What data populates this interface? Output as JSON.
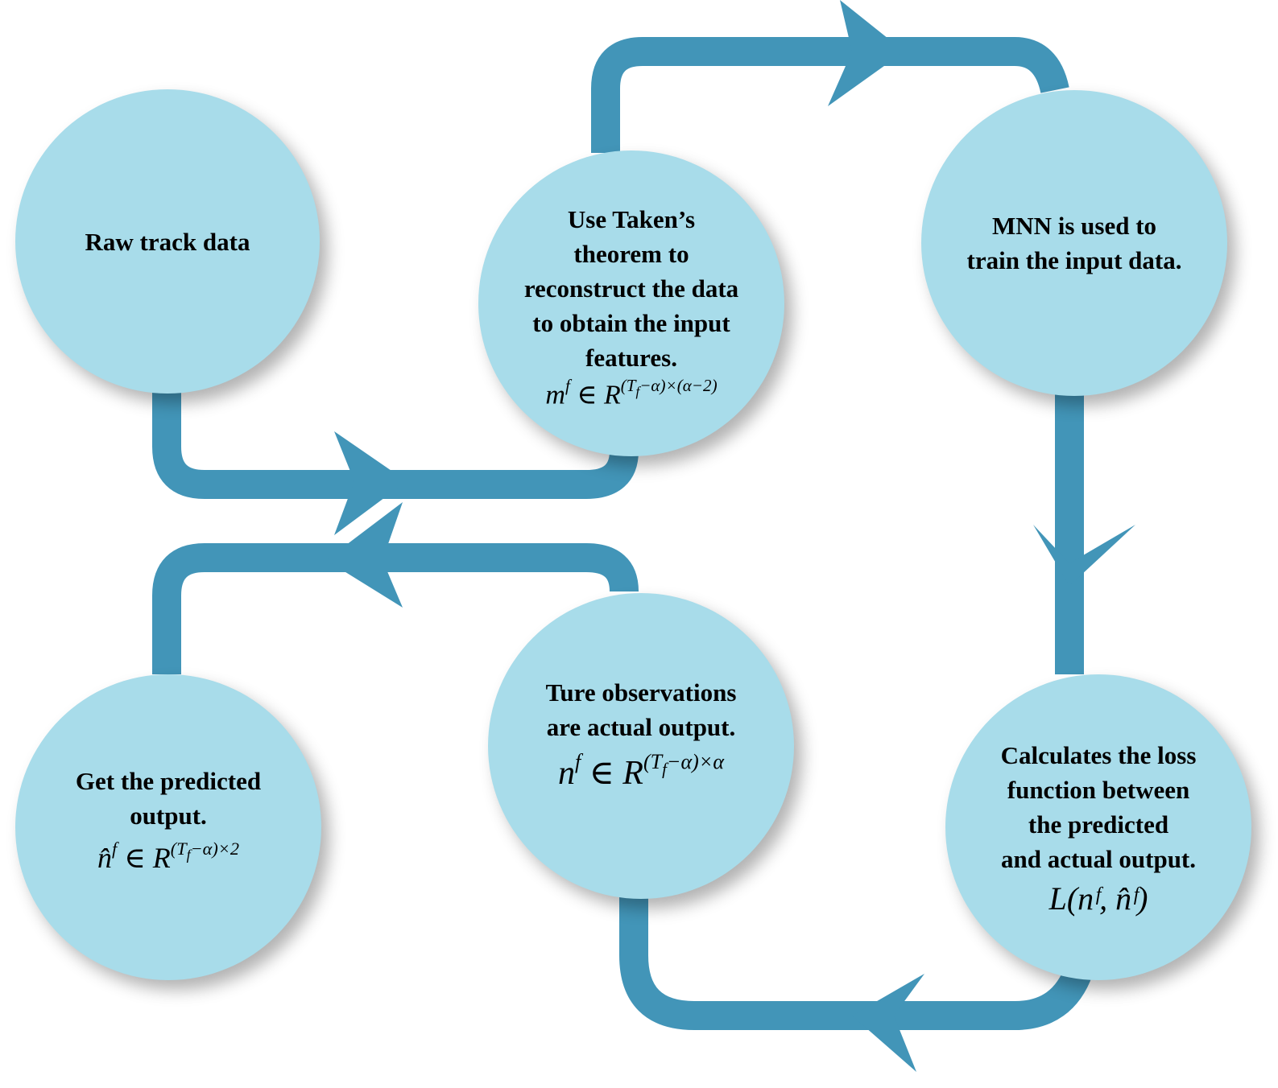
{
  "nodes": {
    "raw": {
      "label": "Raw track data"
    },
    "takens": {
      "label": "Use Taken’s\ntheorem to\nreconstruct the data\nto obtain the input\nfeatures.",
      "formula": {
        "base": "m",
        "sup": "f",
        "rel": " ∈ R",
        "exp_a": "(T",
        "exp_sub": "f",
        "exp_b": "−α)×(α−2)"
      }
    },
    "mnn": {
      "label": "MNN is used to\ntrain the input data."
    },
    "loss": {
      "label": "Calculates the loss\nfunction between\nthe predicted\nand actual output.",
      "formula": "L(nᶠ, n̂ᶠ)"
    },
    "true_obs": {
      "label": "Ture observations\nare actual output.",
      "formula": {
        "base": "n",
        "sup": "f",
        "rel": " ∈ R",
        "exp_a": "(T",
        "exp_sub": "f",
        "exp_b": "−α)×α"
      }
    },
    "predicted": {
      "label": "Get the predicted\noutput.",
      "formula": {
        "base": "n̂",
        "sup": "f",
        "rel": " ∈ R",
        "exp_a": "(T",
        "exp_sub": "f",
        "exp_b": "−α)×2"
      }
    }
  },
  "colors": {
    "node_fill": "#a8dcea",
    "connector": "#4295b8",
    "background": "#ffffff"
  }
}
